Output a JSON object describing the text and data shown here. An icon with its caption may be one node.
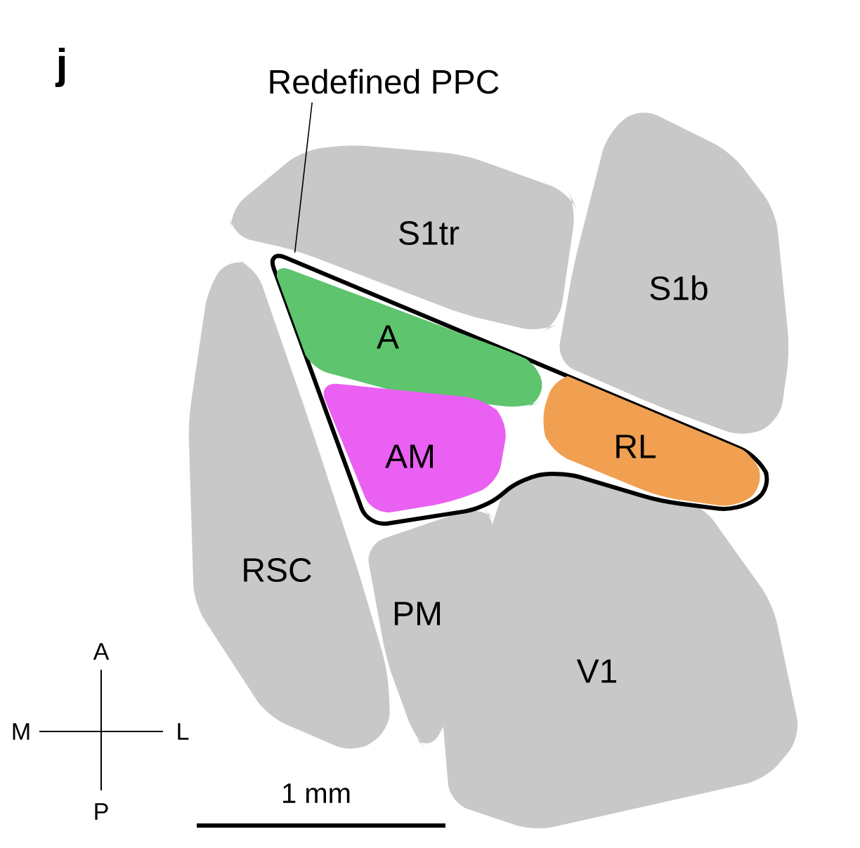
{
  "diagram": {
    "nodes": [
      {
        "text": [
          "Redefined PPC"
        ]
      },
      {
        "text": [],
        "shape": "outline"
      },
      {
        "text": [
          "A"
        ],
        "in": 1
      },
      {
        "text": [
          "AM"
        ],
        "in": 1
      },
      {
        "text": [
          "RL"
        ],
        "in": 1
      },
      {
        "text": [
          "S1tr"
        ]
      },
      {
        "text": [
          "S1b"
        ]
      },
      {
        "text": [
          "RSC"
        ]
      },
      {
        "text": [
          "PM"
        ]
      },
      {
        "text": [
          "V1"
        ]
      }
    ],
    "edges": [
      {
        "from": 0,
        "to": 1,
        "arrow": "none"
      }
    ],
    "labels": [
      "j",
      "A",
      "M",
      "L",
      "P",
      "1 mm"
    ]
  }
}
